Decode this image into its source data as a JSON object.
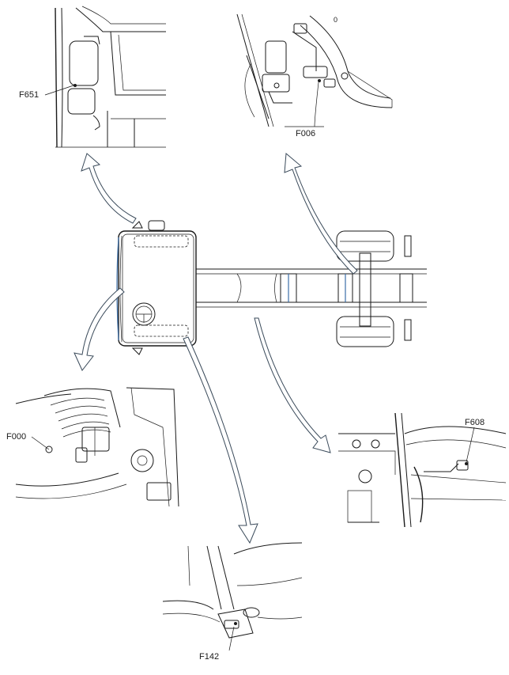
{
  "callouts": {
    "f651": "F651",
    "f006": "F006",
    "f000": "F000",
    "f608": "F608",
    "f142": "F142",
    "small_mark": "0"
  },
  "colors": {
    "line": "#1a1a1a",
    "arrow": "#3a4a5a",
    "accent_blue": "#3b6ea8",
    "arrow_fill": "#ffffff"
  }
}
